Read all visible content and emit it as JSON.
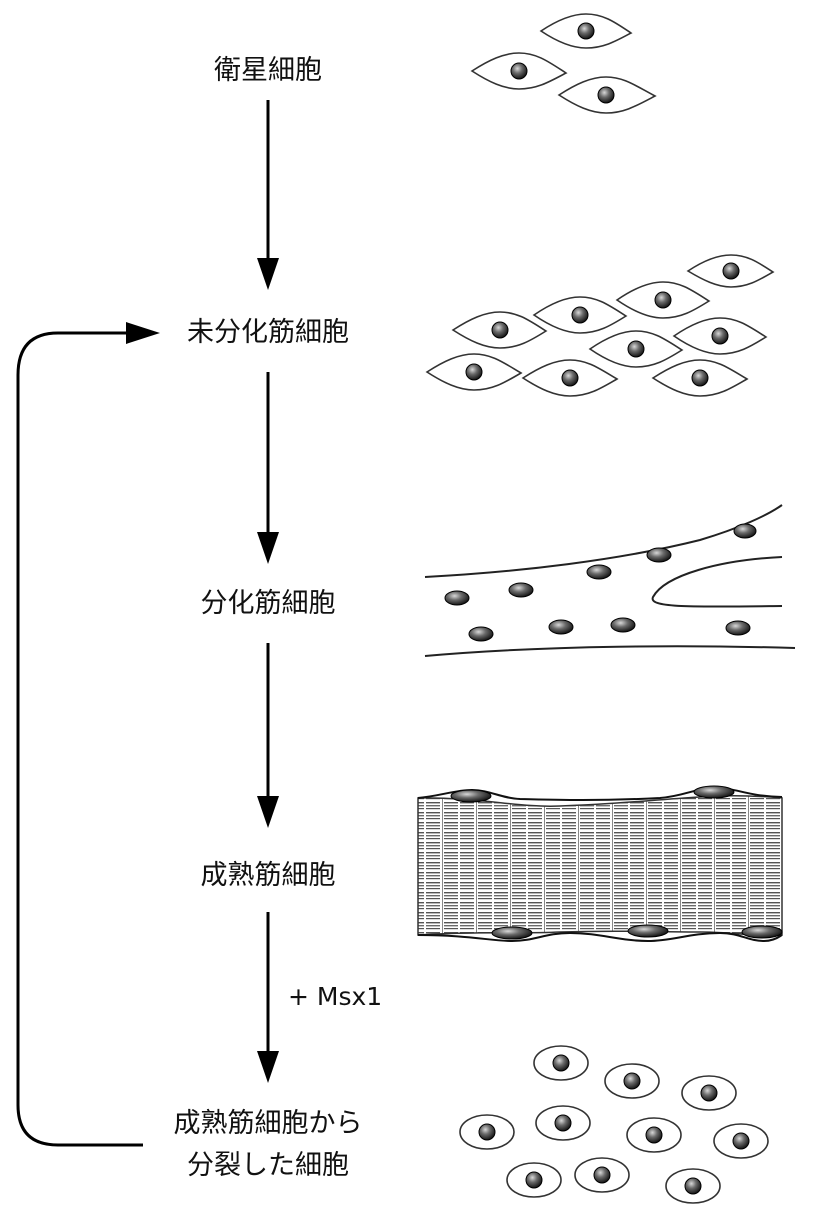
{
  "stages": [
    {
      "label": "衛星細胞"
    },
    {
      "label": "未分化筋細胞"
    },
    {
      "label": "分化筋細胞"
    },
    {
      "label": "成熟筋細胞"
    },
    {
      "label_line1": "成熟筋細胞から",
      "label_line2": "分裂した細胞"
    }
  ],
  "arrow_annotation": "+ Msx1"
}
